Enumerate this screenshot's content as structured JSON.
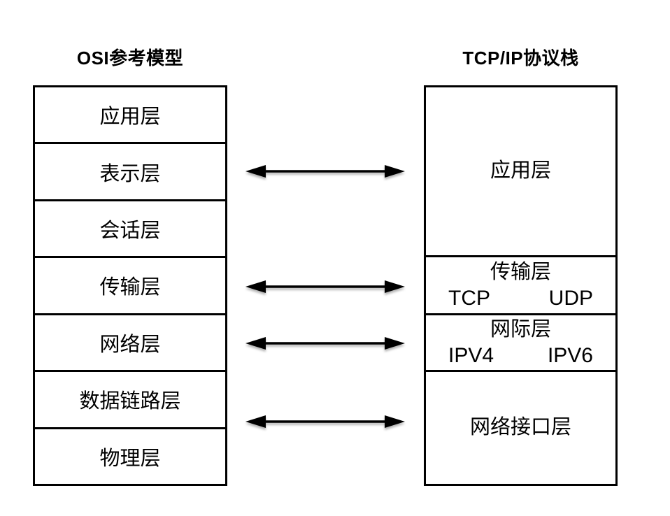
{
  "diagram": {
    "type": "protocol-stack-comparison",
    "colors": {
      "line": "#000000",
      "background": "#ffffff",
      "text": "#000000"
    }
  },
  "left_panel": {
    "title": "OSI参考模型",
    "layers": [
      "应用层",
      "表示层",
      "会话层",
      "传输层",
      "网络层",
      "数据链路层",
      "物理层"
    ]
  },
  "right_panel": {
    "title": "TCP/IP协议栈",
    "sections": [
      {
        "label": "应用层",
        "protocols": []
      },
      {
        "label": "传输层",
        "protocols": [
          "TCP",
          "UDP"
        ]
      },
      {
        "label": "网际层",
        "protocols": [
          "IPV4",
          "IPV6"
        ]
      },
      {
        "label": "网络接口层",
        "protocols": []
      }
    ]
  },
  "arrows": [
    {
      "from": "表示层",
      "to": "应用层"
    },
    {
      "from": "传输层",
      "to": "传输层"
    },
    {
      "from": "网络层",
      "to": "网际层"
    },
    {
      "from": "数据链路层",
      "to": "网络接口层"
    }
  ]
}
